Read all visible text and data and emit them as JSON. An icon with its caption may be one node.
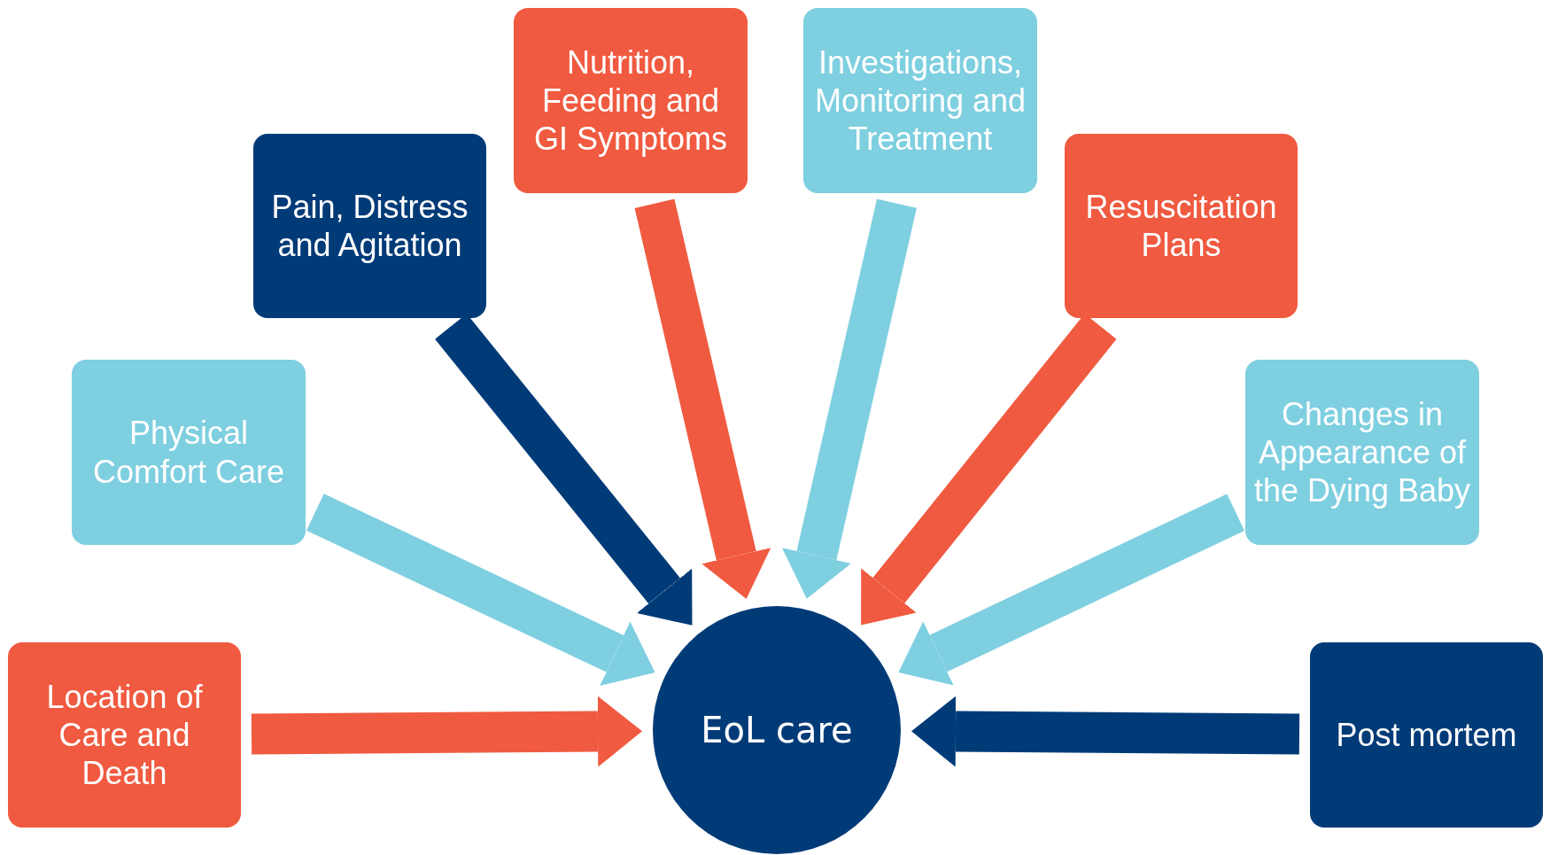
{
  "diagram": {
    "nodes": [
      {
        "text": [
          "Location of Care and Death"
        ]
      },
      {
        "text": [
          "Physical Comfort Care"
        ]
      },
      {
        "text": [
          "Pain, Distress and Agitation"
        ]
      },
      {
        "text": [
          "Nutrition, Feeding and GI Symptoms"
        ]
      },
      {
        "text": [
          "Investigations, Monitoring and Treatment"
        ]
      },
      {
        "text": [
          "Resuscitation Plans"
        ]
      },
      {
        "text": [
          "Changes in Appearance of the Dying Baby"
        ]
      },
      {
        "text": [
          "Post mortem"
        ]
      },
      {
        "text": [
          "EoL care"
        ]
      }
    ],
    "edges": [
      {
        "from": 0,
        "to": 8,
        "arrow": "to",
        "color": "#f05a40"
      },
      {
        "from": 1,
        "to": 8,
        "arrow": "to",
        "color": "#7ecfe0"
      },
      {
        "from": 2,
        "to": 8,
        "arrow": "to",
        "color": "#003b78"
      },
      {
        "from": 3,
        "to": 8,
        "arrow": "to",
        "color": "#f05a40"
      },
      {
        "from": 4,
        "to": 8,
        "arrow": "to",
        "color": "#7ecfe0"
      },
      {
        "from": 5,
        "to": 8,
        "arrow": "to",
        "color": "#f05a40"
      },
      {
        "from": 6,
        "to": 8,
        "arrow": "to",
        "color": "#7ecfe0"
      },
      {
        "from": 7,
        "to": 8,
        "arrow": "to",
        "color": "#003b78"
      }
    ]
  }
}
